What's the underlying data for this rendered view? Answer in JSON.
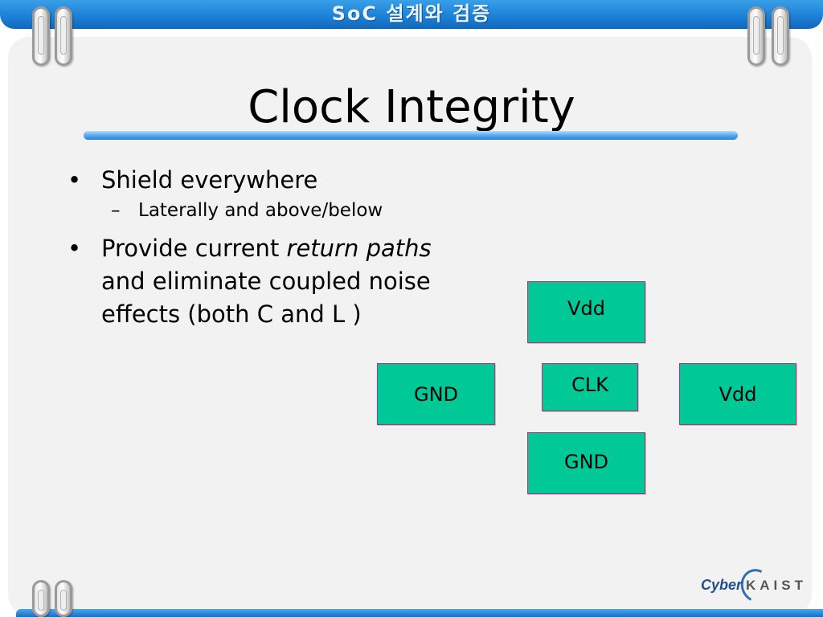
{
  "header": {
    "banner_title": "SoC 설계와 검증"
  },
  "slide": {
    "title": "Clock Integrity",
    "bullet1": "Shield everywhere",
    "sub1": "Laterally and above/below",
    "bullet2_line1_prefix": "Provide current ",
    "bullet2_emphasis": "return paths",
    "bullet2_line2": "and eliminate coupled noise",
    "bullet2_line3": "effects (both C and L )",
    "bullet_symbol": "•",
    "dash_symbol": "–"
  },
  "diagram": {
    "top": "Vdd",
    "left": "GND",
    "center": "CLK",
    "right": "Vdd",
    "bottom": "GND",
    "fill_color": "#00c896",
    "border_color": "#b8327a"
  },
  "footer": {
    "logo_cyber": "Cyber",
    "logo_kaist": "KAIST"
  },
  "colors": {
    "banner": "#1a7fd6",
    "panel": "#f2f2f2"
  }
}
